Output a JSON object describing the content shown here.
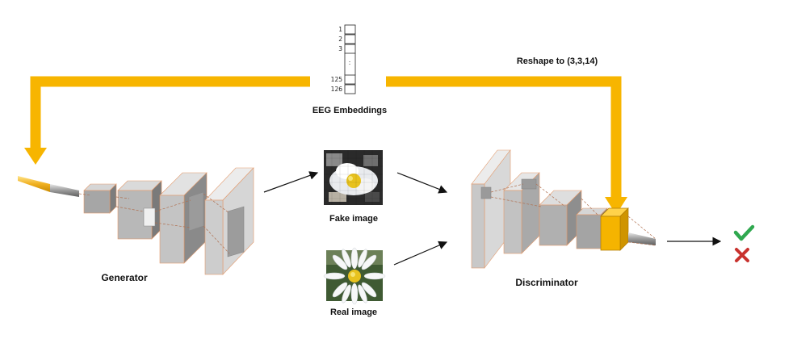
{
  "embedding": {
    "title": "EEG Embeddings",
    "indices_top": [
      "1",
      "2",
      "3"
    ],
    "indices_bottom": [
      "125",
      "126"
    ],
    "ellipsis": ":"
  },
  "reshape_label": "Reshape to (3,3,14)",
  "generator_label": "Generator",
  "discriminator_label": "Discriminator",
  "fake_image_label": "Fake image",
  "real_image_label": "Real image",
  "outputs": {
    "accept_icon": "check-mark-icon",
    "reject_icon": "cross-mark-icon"
  },
  "colors": {
    "flow_arrow": "#F7B500",
    "accept": "#2FA84F",
    "reject": "#C8322E",
    "highlight_block": "#F5B400",
    "outline": "#E39A6C"
  }
}
